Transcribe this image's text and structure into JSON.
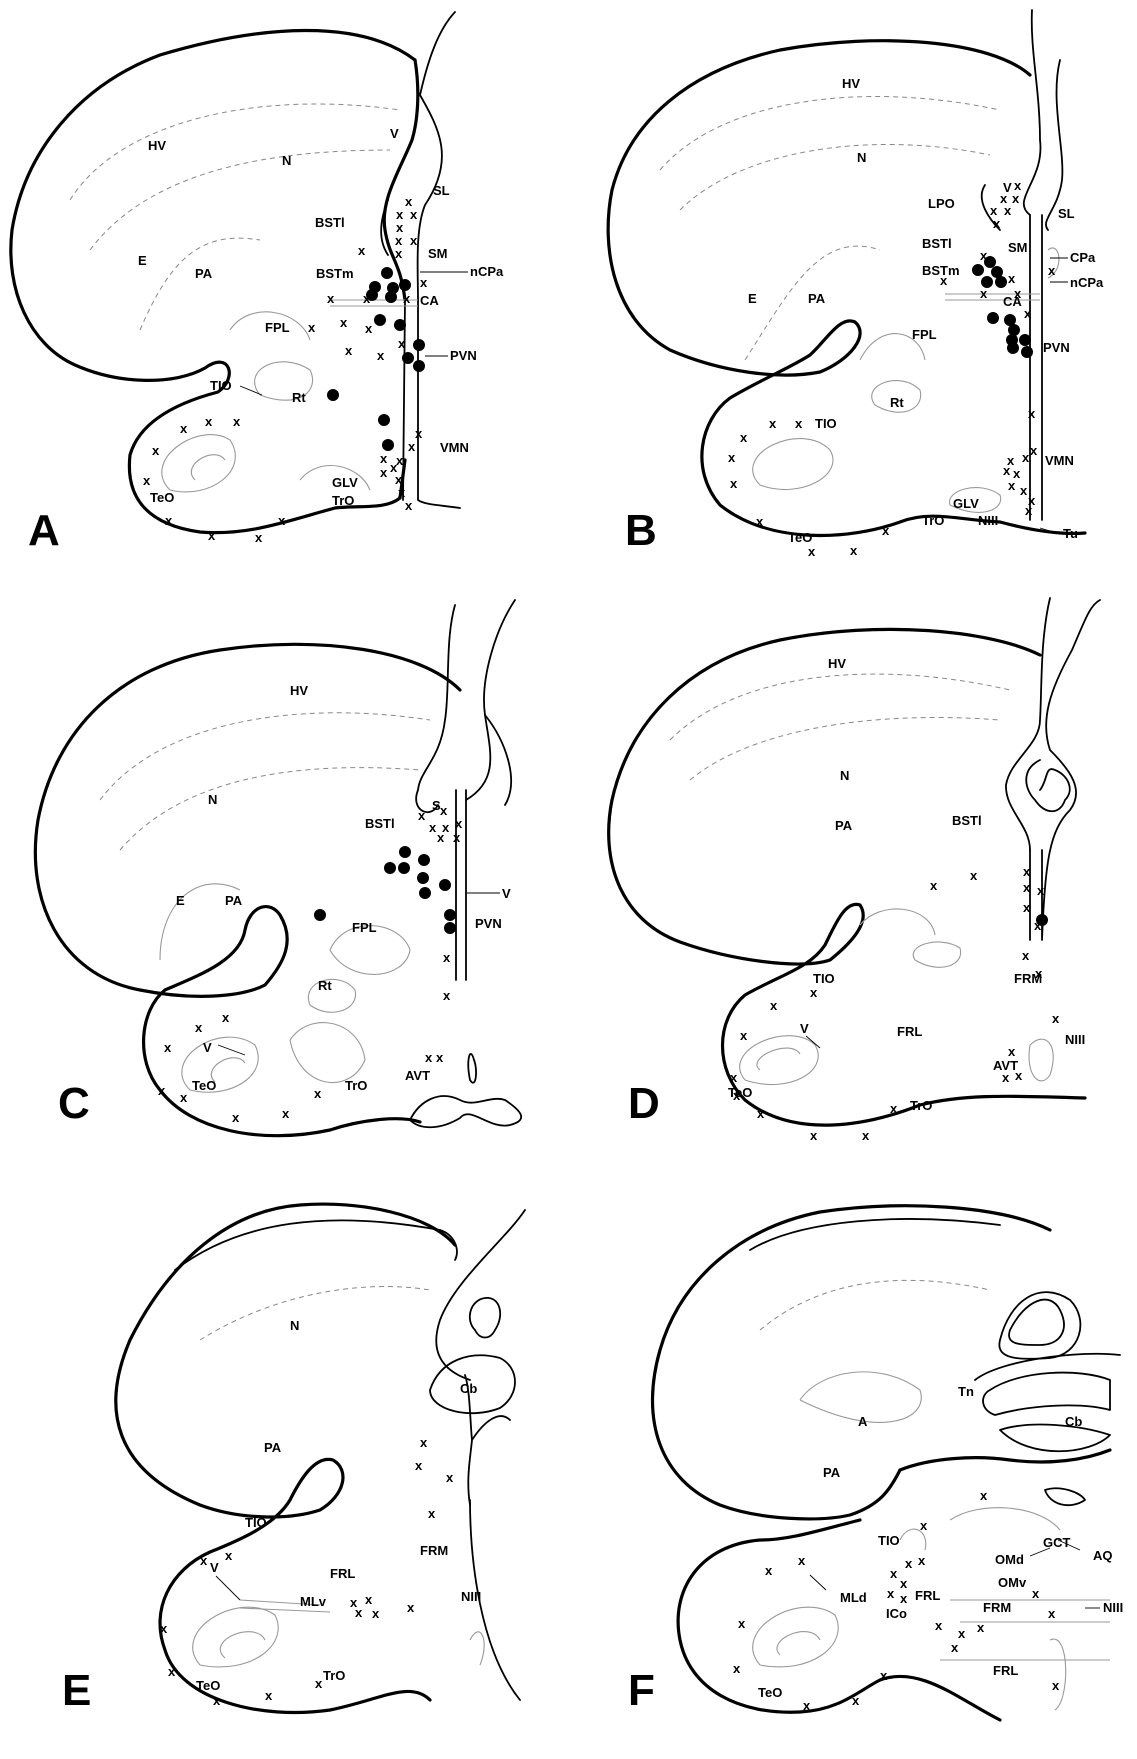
{
  "figure": {
    "panels": [
      {
        "letter": "A",
        "labels": [
          "HV",
          "N",
          "V",
          "E",
          "PA",
          "SL",
          "BSTl",
          "SM",
          "BSTm",
          "nCPa",
          "CA",
          "FPL",
          "PVN",
          "TIO",
          "Rt",
          "VMN",
          "GLV",
          "TrO",
          "TeO"
        ]
      },
      {
        "letter": "B",
        "labels": [
          "HV",
          "N",
          "V",
          "LPO",
          "SL",
          "BSTl",
          "SM",
          "CPa",
          "BSTm",
          "nCPa",
          "CA",
          "E",
          "PA",
          "FPL",
          "PVN",
          "Rt",
          "TIO",
          "VMN",
          "GLV",
          "TrO",
          "NIII",
          "TeO",
          "Tu"
        ]
      },
      {
        "letter": "C",
        "labels": [
          "HV",
          "N",
          "S",
          "BSTl",
          "E",
          "PA",
          "V",
          "FPL",
          "PVN",
          "Rt",
          "V",
          "AVT",
          "TeO",
          "TrO"
        ]
      },
      {
        "letter": "D",
        "labels": [
          "HV",
          "N",
          "PA",
          "BSTl",
          "TIO",
          "FRM",
          "V",
          "FRL",
          "NIII",
          "AVT",
          "TeO",
          "TrO"
        ]
      },
      {
        "letter": "E",
        "labels": [
          "N",
          "Cb",
          "PA",
          "TIO",
          "FRM",
          "V",
          "FRL",
          "MLv",
          "NIII",
          "TeO",
          "TrO"
        ]
      },
      {
        "letter": "F",
        "labels": [
          "Tn",
          "A",
          "Cb",
          "PA",
          "TIO",
          "GCT",
          "AQ",
          "OMd",
          "OMv",
          "MLd",
          "ICo",
          "FRL",
          "FRM",
          "NIII",
          "FRL",
          "TeO"
        ]
      }
    ],
    "marker_x": "x"
  }
}
